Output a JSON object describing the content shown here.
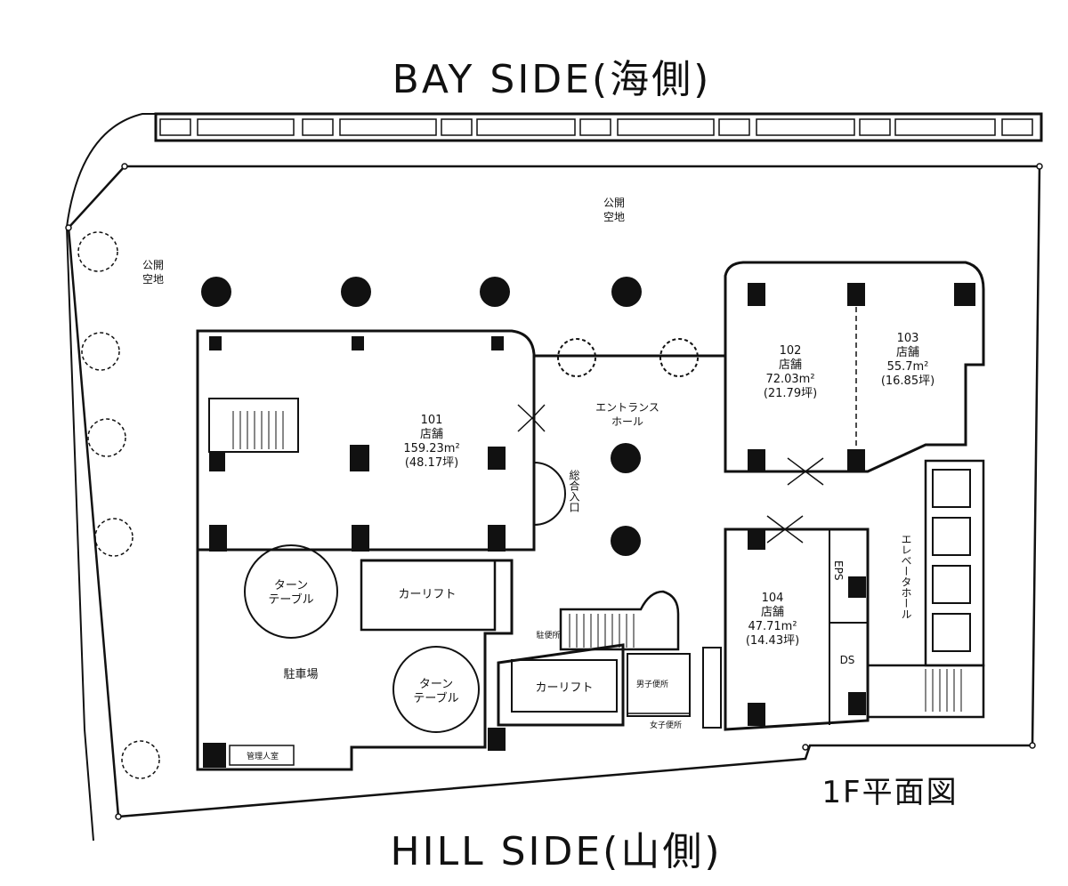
{
  "title_top": "BAY SIDE(海側)",
  "title_bottom": "HILL SIDE(山側)",
  "plan_label": "1F平面図",
  "open_space_top": [
    "公開",
    "空地"
  ],
  "open_space_left": [
    "公開",
    "空地"
  ],
  "entrance_hall": [
    "エントランス",
    "ホール"
  ],
  "general_entrance": "総合入口",
  "elevator_hall": "エレベータホール",
  "eps": "EPS",
  "ds": "DS",
  "rooms": {
    "r101": [
      "101",
      "店舗",
      "159.23m²",
      "(48.17坪)"
    ],
    "r102": [
      "102",
      "店舗",
      "72.03m²",
      "(21.79坪)"
    ],
    "r103": [
      "103",
      "店舗",
      "55.7m²",
      "(16.85坪)"
    ],
    "r104": [
      "104",
      "店舗",
      "47.71m²",
      "(14.43坪)"
    ]
  },
  "parking": "駐車場",
  "turntable": [
    "ターン",
    "テーブル"
  ],
  "car_lift": "カーリフト",
  "mens_toilet": "男子便所",
  "womens_toilet": "女子便所",
  "manager_room": "管理人室",
  "restroom": "駐便所"
}
